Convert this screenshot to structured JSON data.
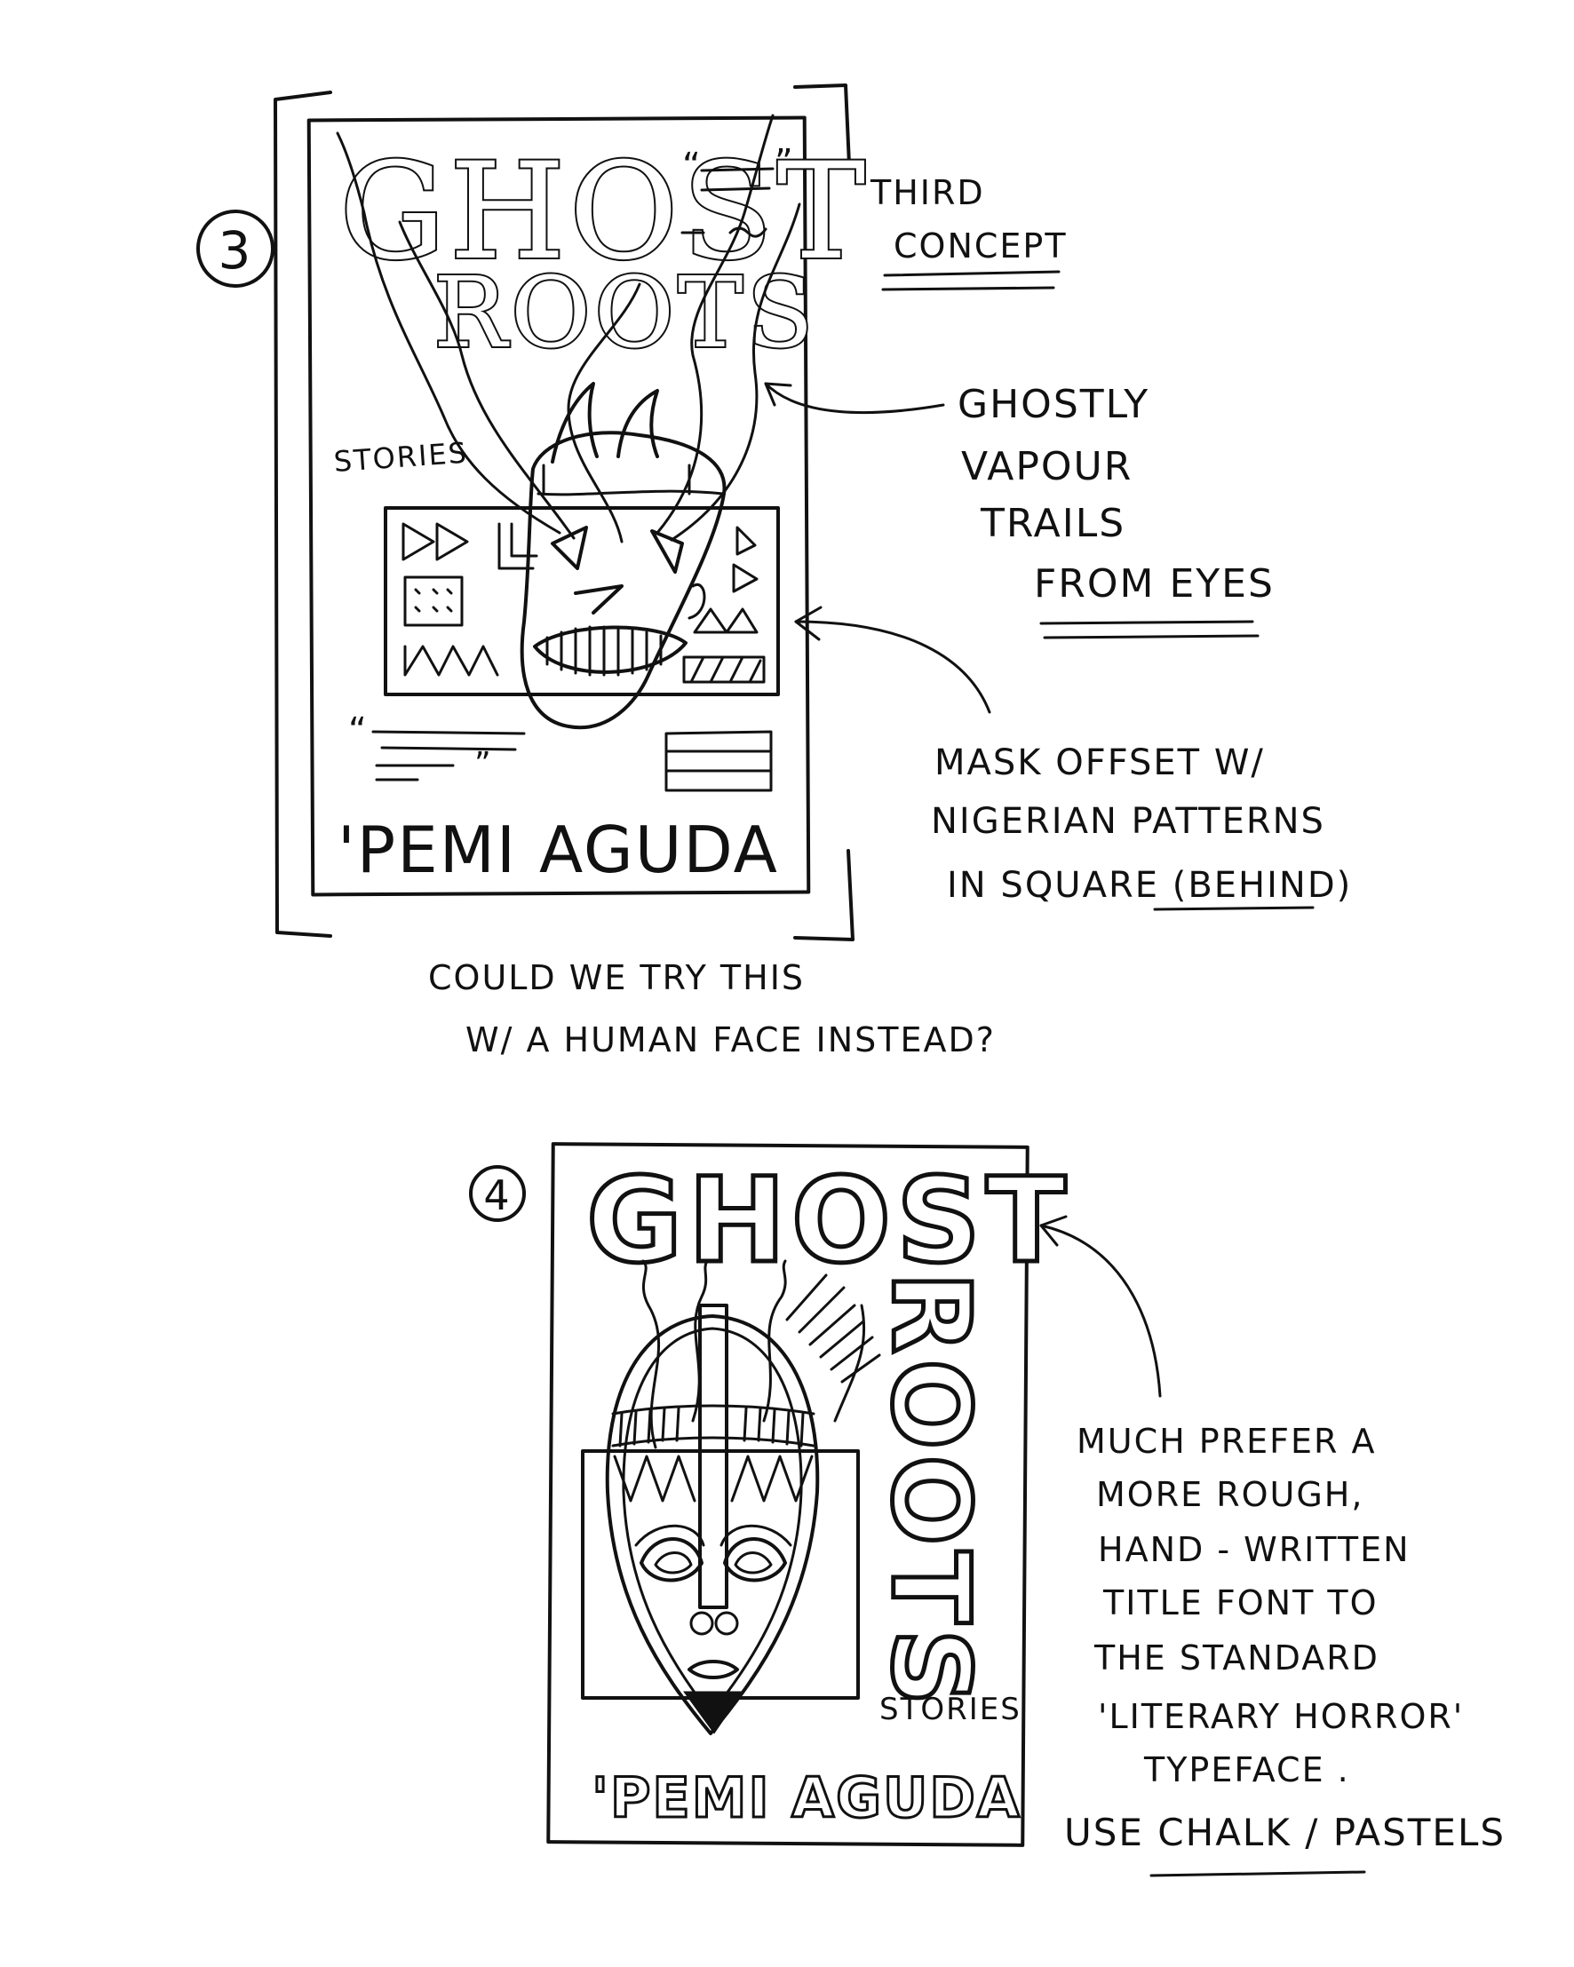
{
  "concept3": {
    "number": "3",
    "title_line1": "GHOST",
    "title_line2": "ROOTS",
    "stories": "STORIES",
    "author": "'PEMI AGUDA",
    "quote_open": "“",
    "quote_close": "”",
    "notes": {
      "third_concept": [
        "THIRD",
        "CONCEPT"
      ],
      "vapour": [
        "GHOSTLY",
        "VAPOUR",
        "TRAILS",
        "FROM EYES"
      ],
      "mask": [
        "MASK OFFSET W/",
        "NIGERIAN PATTERNS",
        "IN SQUARE (BEHIND)"
      ]
    }
  },
  "comment": [
    "COULD WE TRY THIS",
    "W/ A HUMAN FACE INSTEAD?"
  ],
  "concept4": {
    "number": "4",
    "title_line1": "GHOST",
    "title_line2": "ROOTS",
    "stories": "STORIES",
    "author": "'PEMI AGUDA",
    "notes": [
      "MUCH PREFER A",
      "MORE ROUGH,",
      "HAND - WRITTEN",
      "TITLE FONT TO",
      "THE STANDARD",
      "'LITERARY HORROR'",
      "TYPEFACE .",
      "USE CHALK / PASTELS"
    ]
  }
}
